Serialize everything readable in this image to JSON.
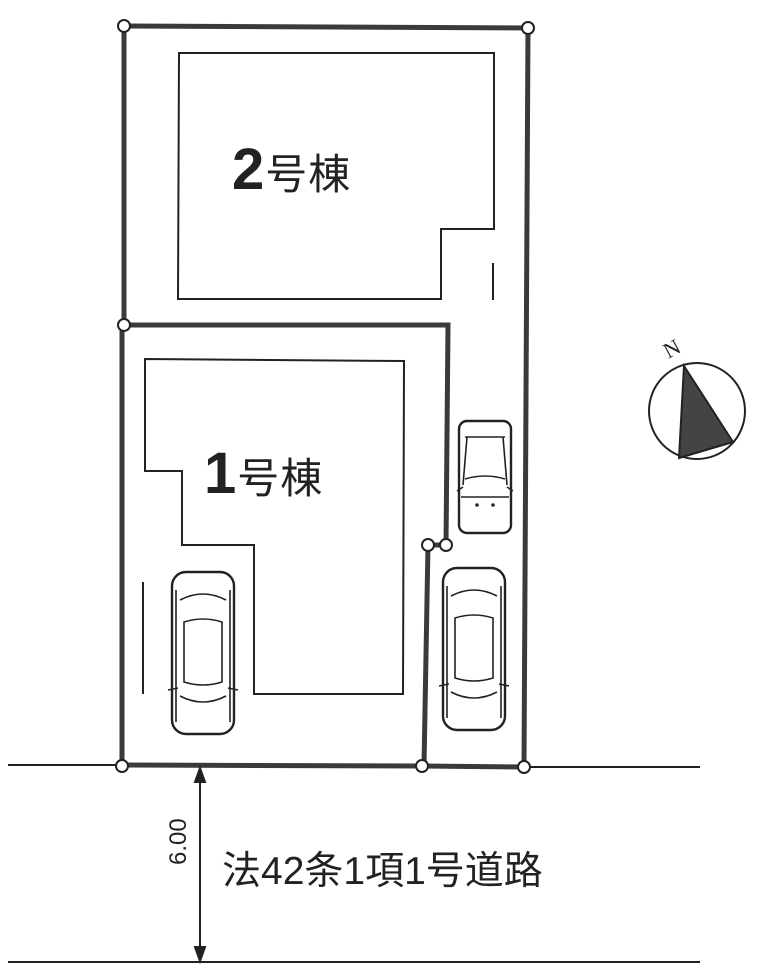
{
  "buildings": [
    {
      "id": "b2",
      "number": "2",
      "suffix": "号棟"
    },
    {
      "id": "b1",
      "number": "1",
      "suffix": "号棟"
    }
  ],
  "road": {
    "label": "法42条1項1号道路",
    "width": "6.00"
  },
  "compass": {
    "label": "N"
  },
  "colors": {
    "boundary": "#3a3a3a",
    "line": "#222222",
    "compass_fill": "#444444",
    "background": "#ffffff"
  },
  "parking_spaces": 3
}
